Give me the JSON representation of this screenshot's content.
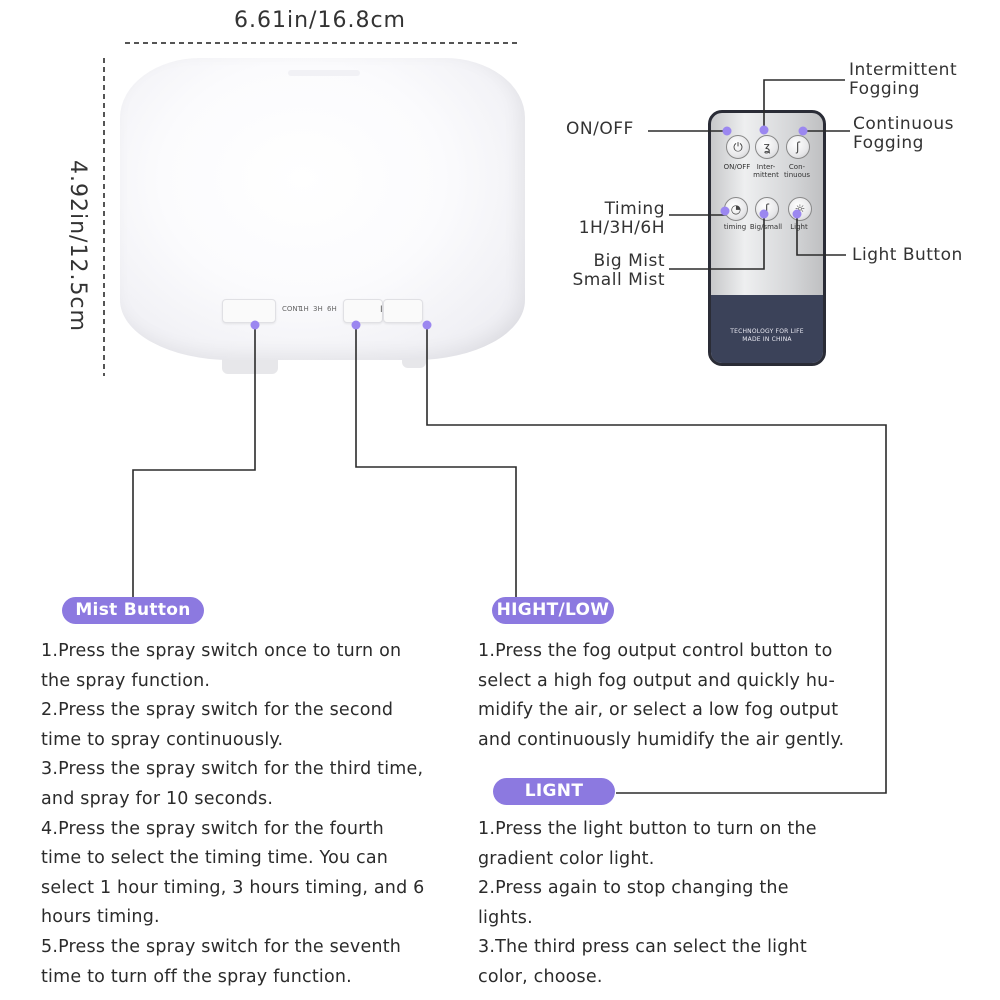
{
  "dimensions": {
    "width": "6.61in/16.8cm",
    "height": "4.92in/12.5cm"
  },
  "device": {
    "labels": [
      "CONT",
      "1H",
      "3H",
      "6H"
    ],
    "switch_mark": "I"
  },
  "remote": {
    "buttons": [
      {
        "label": "ON/OFF",
        "icon": "power-icon",
        "glyph": "⏻"
      },
      {
        "label": "Inter-\nmittent",
        "icon": "intermittent-icon",
        "glyph": "ʓ"
      },
      {
        "label": "Con-\ntinuous",
        "icon": "continuous-icon",
        "glyph": "ʃ"
      },
      {
        "label": "timing",
        "icon": "clock-icon",
        "glyph": "◔"
      },
      {
        "label": "Big/small",
        "icon": "leaf-icon",
        "glyph": "ʃ"
      },
      {
        "label": "Light",
        "icon": "sun-icon",
        "glyph": "☼"
      }
    ],
    "footer_line1": "TECHNOLOGY FOR LIFE",
    "footer_line2": "MADE IN CHINA"
  },
  "callouts": {
    "on_off": "ON/OFF",
    "intermittent_1": "Intermittent",
    "intermittent_2": "Fogging",
    "continuous_1": "Continuous",
    "continuous_2": "Fogging",
    "timing_1": "Timing",
    "timing_2": "1H/3H/6H",
    "mist_1": "Big Mist",
    "mist_2": "Small Mist",
    "light_button": "Light Button"
  },
  "sections": {
    "mist": {
      "title": "Mist Button",
      "lines": [
        "1.Press the spray switch once to turn on",
        "the spray function.",
        "2.Press the spray switch for the second",
        "time to spray continuously.",
        "3.Press the spray switch for the third time,",
        "and spray for 10 seconds.",
        "4.Press the spray switch for the fourth",
        "time to select the timing time. You can",
        "select 1 hour timing, 3 hours timing, and 6",
        "hours timing.",
        "5.Press the spray switch for the seventh",
        "time to turn off the spray function."
      ]
    },
    "high_low": {
      "title": "HIGHT/LOW",
      "lines": [
        "1.Press the fog output control button to",
        "select a high fog output and quickly hu-",
        "midify the air, or select a low fog output",
        "and continuously humidify the air gently."
      ]
    },
    "light": {
      "title": "LIGNT",
      "lines": [
        "1.Press the light button to turn on the",
        "gradient color light.",
        "2.Press again to stop changing the",
        "lights.",
        "3.The third press can select the light",
        "color, choose."
      ]
    }
  },
  "colors": {
    "accent": "#8c79e0",
    "dot": "#9b87f0",
    "line": "#2b2b2b"
  }
}
